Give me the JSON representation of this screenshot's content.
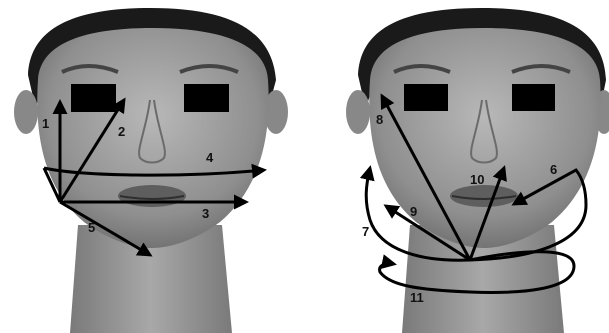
{
  "panels": [
    {
      "id": "left",
      "arrows": [
        {
          "label": "1"
        },
        {
          "label": "2"
        },
        {
          "label": "3"
        },
        {
          "label": "4"
        },
        {
          "label": "5"
        }
      ]
    },
    {
      "id": "right",
      "arrows": [
        {
          "label": "6"
        },
        {
          "label": "7"
        },
        {
          "label": "8"
        },
        {
          "label": "9"
        },
        {
          "label": "10"
        },
        {
          "label": "11"
        }
      ]
    }
  ],
  "colors": {
    "background": "#ffffff",
    "hair": "#1a1a1a",
    "skin": "#9a9a9a",
    "censor_bar": "#000000",
    "arrow": "#000000"
  }
}
